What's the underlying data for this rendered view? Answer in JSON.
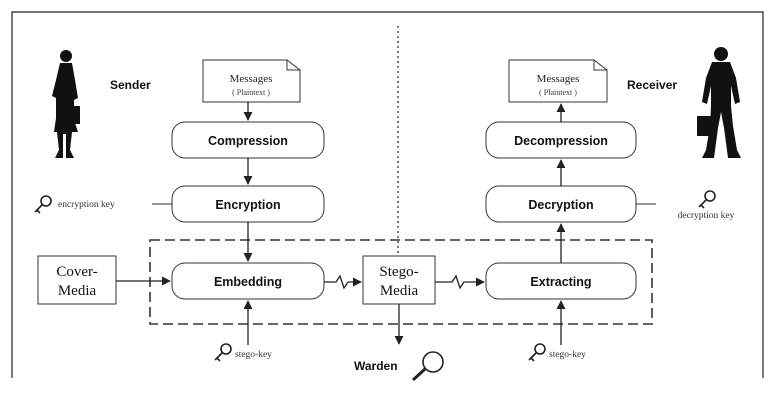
{
  "roles": {
    "sender": "Sender",
    "receiver": "Receiver",
    "warden": "Warden"
  },
  "messages_sender": {
    "title": "Messages",
    "sub": "( Plaintext )"
  },
  "messages_receiver": {
    "title": "Messages",
    "sub": "( Plaintext )"
  },
  "sender_steps": {
    "compression": "Compression",
    "encryption": "Encryption",
    "embedding": "Embedding"
  },
  "receiver_steps": {
    "decompression": "Decompression",
    "decryption": "Decryption",
    "extracting": "Extracting"
  },
  "cover_media": {
    "line1": "Cover-",
    "line2": "Media"
  },
  "stego_media": {
    "line1": "Stego-",
    "line2": "Media"
  },
  "keys": {
    "encryption_left": "encryption key",
    "encryption_right": "decryption key",
    "stego_left": "stego-key",
    "stego_right": "stego-key"
  },
  "icons": {
    "key": "key-icon",
    "magnifier": "magnifier-icon",
    "person": "person-silhouette-icon"
  },
  "colors": {
    "stroke": "#222222",
    "text": "#111111",
    "background": "#ffffff"
  }
}
